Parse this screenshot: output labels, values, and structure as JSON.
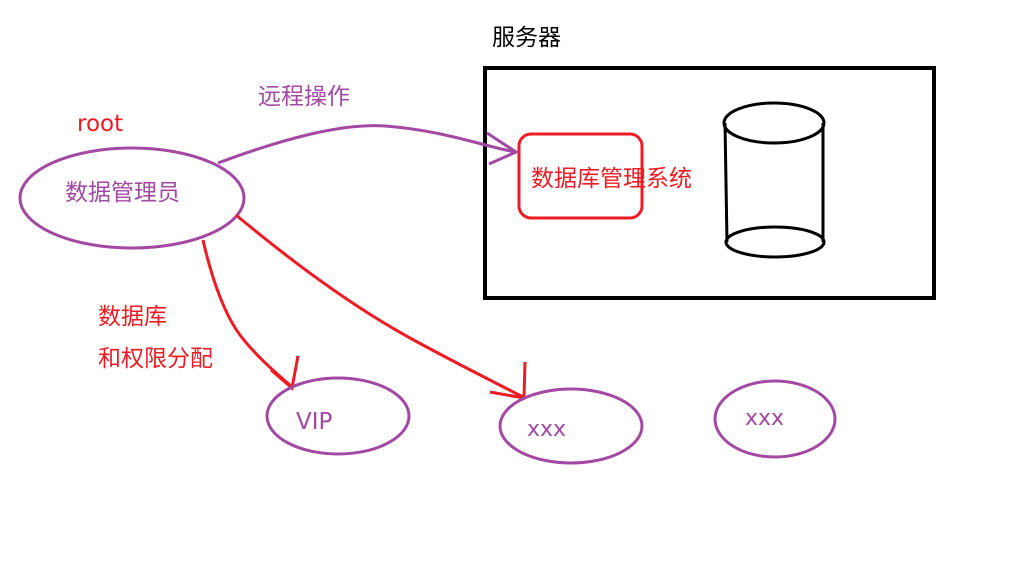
{
  "colors": {
    "purple": "#a349a4",
    "red": "#ed1c24",
    "black": "#000000",
    "background": "#ffffff"
  },
  "server": {
    "label": "服务器"
  },
  "admin": {
    "role": "root",
    "name": "数据管理员"
  },
  "remote_op": {
    "label": "远程操作"
  },
  "dbms": {
    "label": "数据库管理系统"
  },
  "permission": {
    "line1": "数据库",
    "line2": "和权限分配"
  },
  "users": [
    {
      "label": "VIP"
    },
    {
      "label": "xxx"
    },
    {
      "label": "xxx"
    }
  ],
  "database": {
    "icon": "database-cylinder-icon"
  }
}
